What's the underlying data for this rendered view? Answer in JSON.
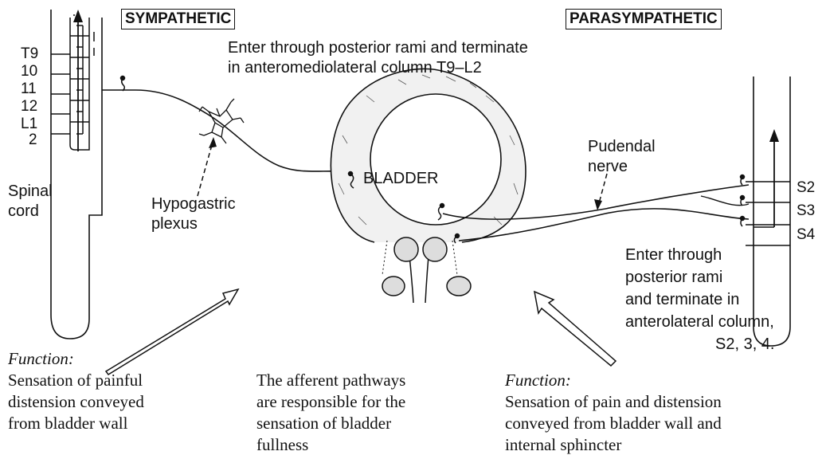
{
  "headers": {
    "sympathetic": "SYMPATHETIC",
    "parasympathetic": "PARASYMPATHETIC"
  },
  "left_segments": [
    "T9",
    "10",
    "11",
    "12",
    "L1",
    "2"
  ],
  "right_segments": [
    "S2",
    "S3",
    "S4"
  ],
  "labels": {
    "spinal_cord": [
      "Spinal",
      "cord"
    ],
    "hypogastric": [
      "Hypogastric",
      "plexus"
    ],
    "bladder": "BLADDER",
    "pudendal": [
      "Pudendal",
      "nerve"
    ],
    "sym_entry": [
      "Enter through posterior rami and terminate",
      "in anteromediolateral column T9–L2"
    ],
    "para_entry": [
      "Enter through",
      "posterior rami",
      "and terminate in",
      "anterolateral column,",
      "S2, 3, 4."
    ]
  },
  "function_left": {
    "heading": "Function:",
    "lines": [
      "Sensation of painful",
      "distension conveyed",
      "from bladder wall"
    ]
  },
  "function_center": {
    "lines": [
      "The afferent pathways",
      "are responsible for the",
      "sensation of bladder",
      "fullness"
    ]
  },
  "function_right": {
    "heading": "Function:",
    "lines": [
      "Sensation of pain and distension",
      "conveyed from bladder wall and",
      "internal sphincter"
    ]
  }
}
